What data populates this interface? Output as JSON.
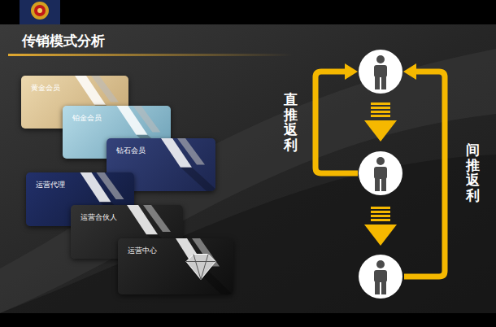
{
  "diagram": {
    "title": "传销模式分析",
    "nodes": [
      {
        "text": [
          "黄金会员"
        ]
      },
      {
        "text": [
          "铂金会员"
        ]
      },
      {
        "text": [
          "钻石会员"
        ]
      },
      {
        "text": [
          "运营代理"
        ]
      },
      {
        "text": [
          "运营合伙人"
        ]
      },
      {
        "text": [
          "运营中心"
        ]
      }
    ],
    "labels": [
      "直推返利",
      "间推返利"
    ]
  }
}
